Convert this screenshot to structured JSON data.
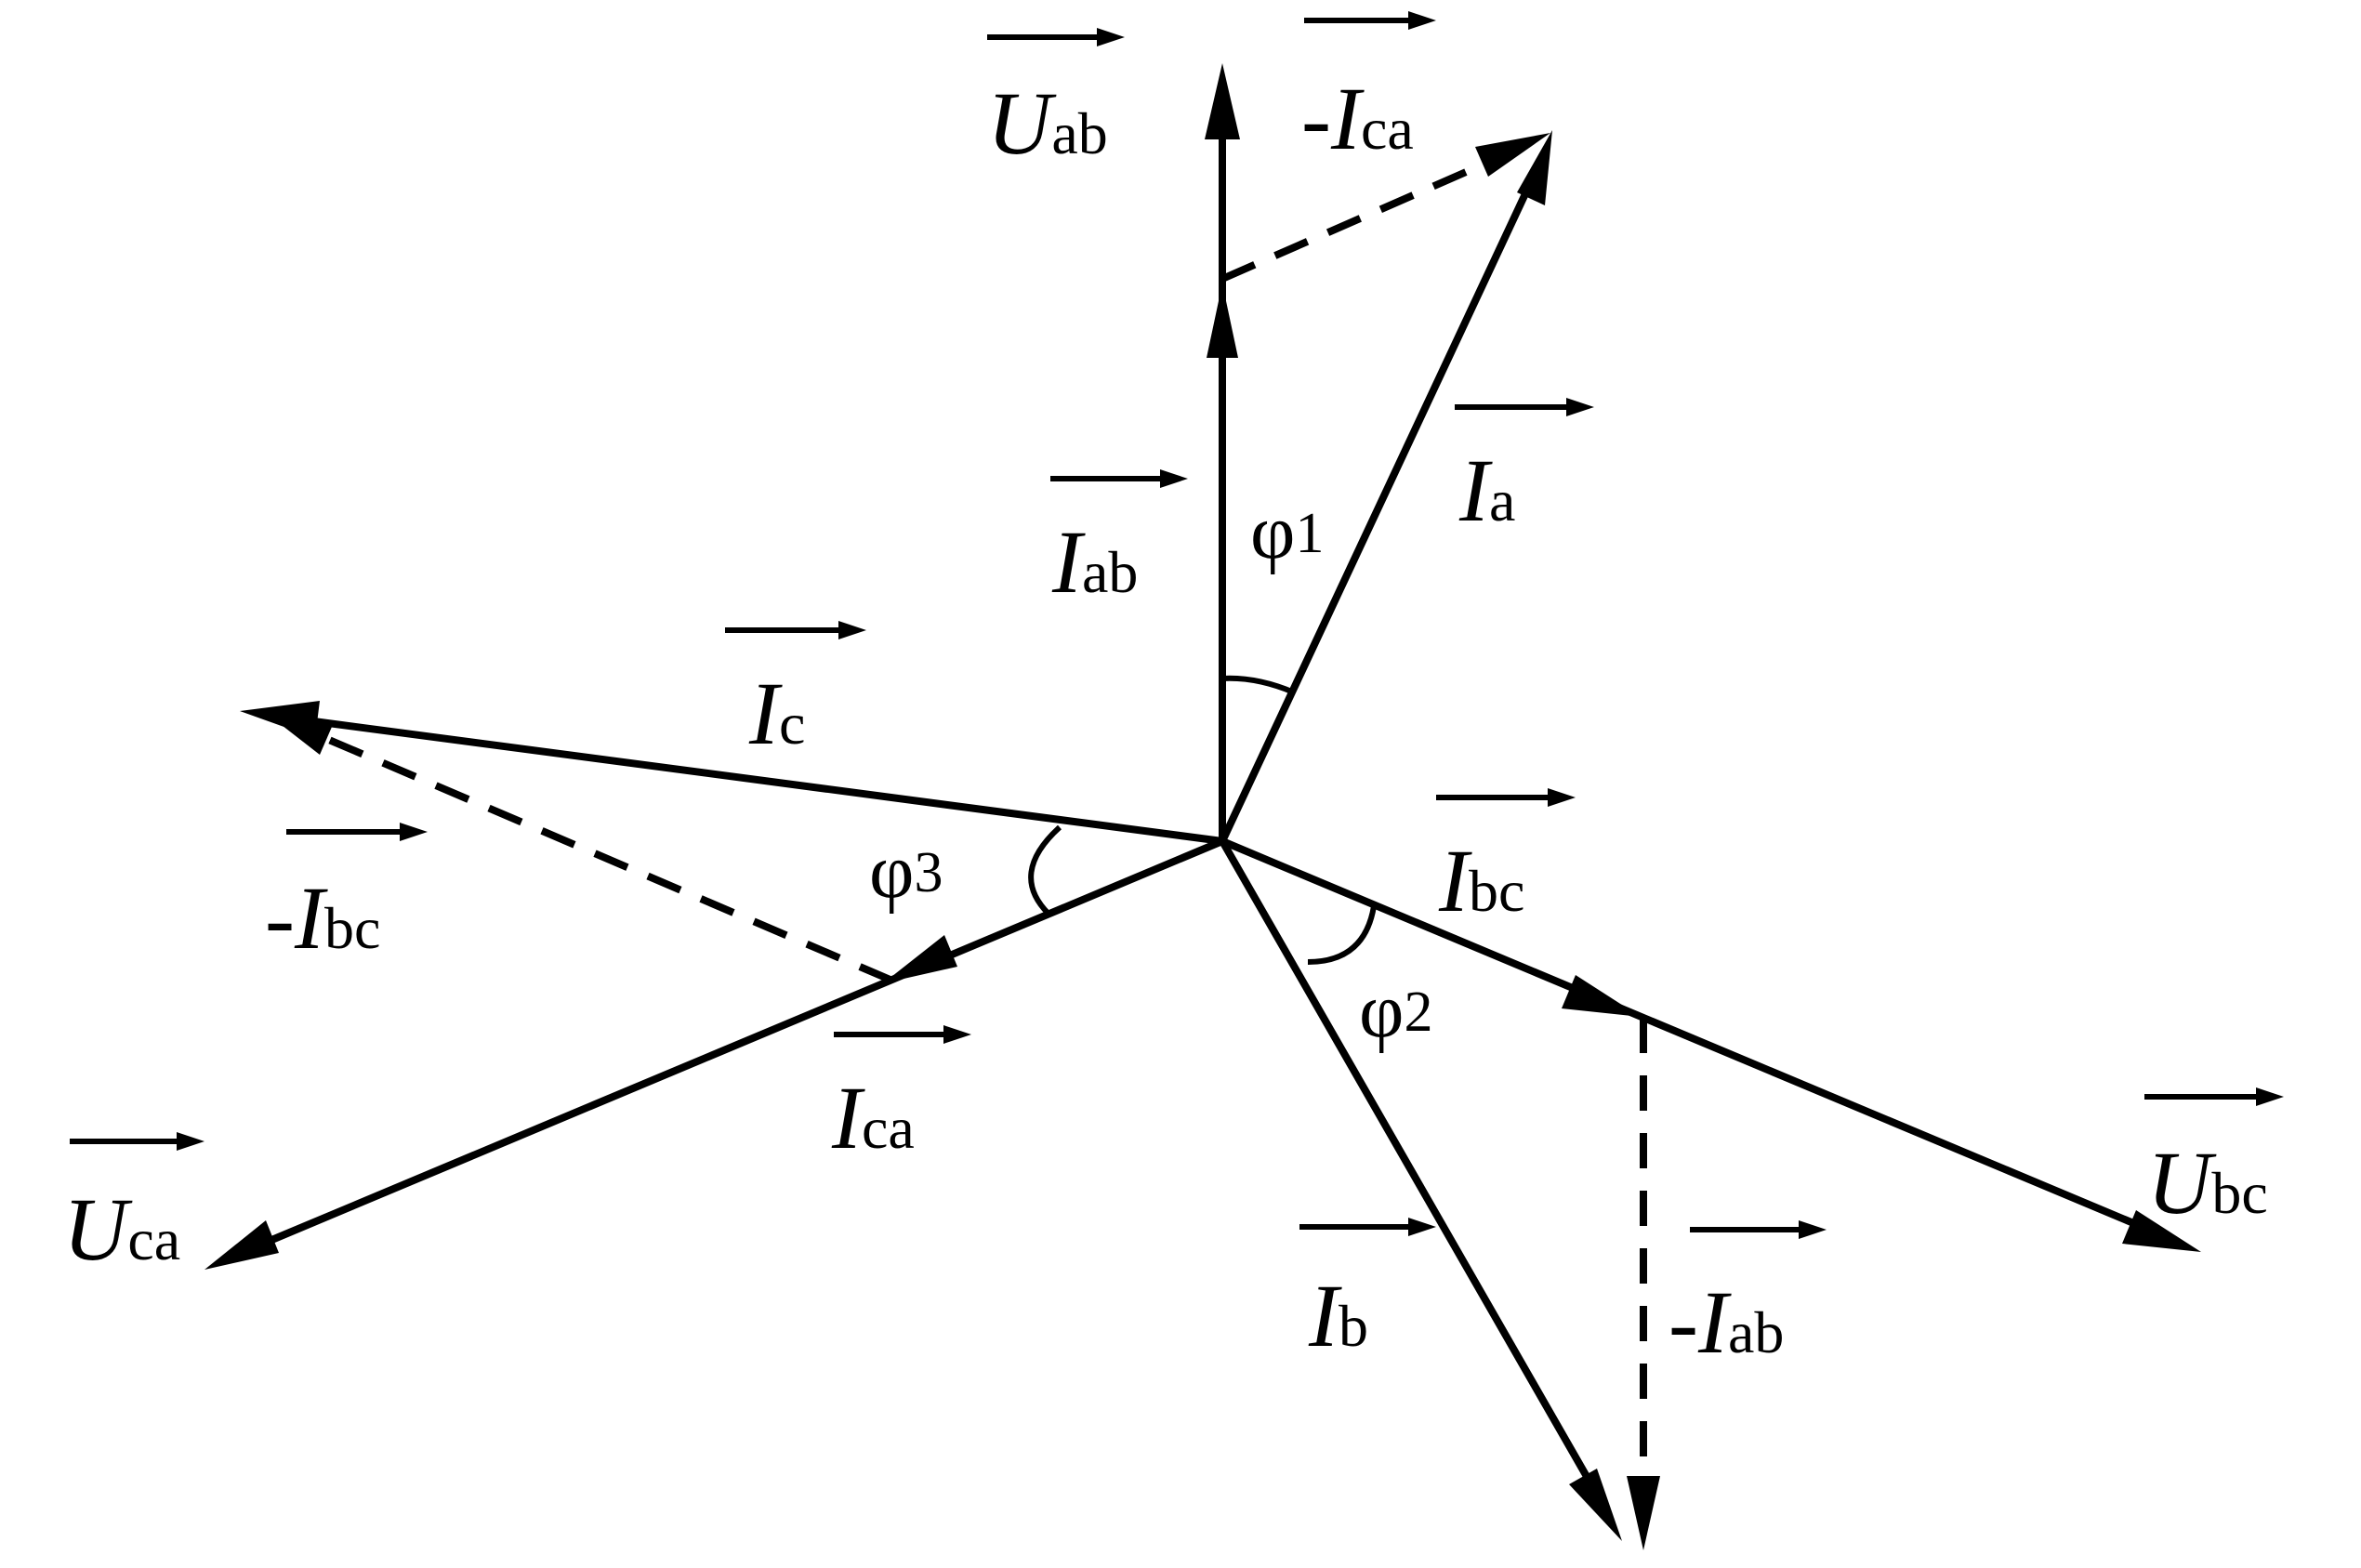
{
  "labels": {
    "U_ab": {
      "prefix": "",
      "symbol": "U",
      "sub": "ab"
    },
    "U_bc": {
      "prefix": "",
      "symbol": "U",
      "sub": "bc"
    },
    "U_ca": {
      "prefix": "",
      "symbol": "U",
      "sub": "ca"
    },
    "I_a": {
      "prefix": "",
      "symbol": "I",
      "sub": "a"
    },
    "I_b": {
      "prefix": "",
      "symbol": "I",
      "sub": "b"
    },
    "I_c": {
      "prefix": "",
      "symbol": "I",
      "sub": "c"
    },
    "I_ab": {
      "prefix": "",
      "symbol": "I",
      "sub": "ab"
    },
    "I_bc": {
      "prefix": "",
      "symbol": "I",
      "sub": "bc"
    },
    "I_ca": {
      "prefix": "",
      "symbol": "I",
      "sub": "ca"
    },
    "neg_I_ca": {
      "prefix": "-",
      "symbol": "I",
      "sub": "ca"
    },
    "neg_I_bc": {
      "prefix": "-",
      "symbol": "I",
      "sub": "bc"
    },
    "neg_I_ab": {
      "prefix": "-",
      "symbol": "I",
      "sub": "ab"
    }
  },
  "angles": {
    "phi1": {
      "symbol": "φ",
      "sub": "1"
    },
    "phi2": {
      "symbol": "φ",
      "sub": "2"
    },
    "phi3": {
      "symbol": "φ",
      "sub": "3"
    }
  }
}
